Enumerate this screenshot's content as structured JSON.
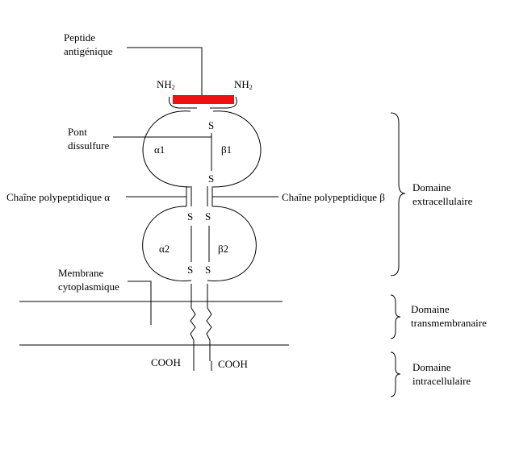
{
  "labels": {
    "peptide_line1": "Peptide",
    "peptide_line2": "antigénique",
    "nh_left": "NH",
    "nh_left_sub": "2",
    "nh_right": "NH",
    "nh_right_sub": "2",
    "pont_line1": "Pont",
    "pont_line2": "dissulfure",
    "alpha1": "α1",
    "beta1": "β1",
    "alpha2": "α2",
    "beta2": "β2",
    "s": "S",
    "chain_alpha": "Chaîne polypeptidique α",
    "chain_beta": "Chaîne polypeptidique β",
    "membrane_line1": "Membrane",
    "membrane_line2": "cytoplasmique",
    "cooh": "COOH",
    "dom_extra_line1": "Domaine",
    "dom_extra_line2": "extracellulaire",
    "dom_trans_line1": "Domaine",
    "dom_trans_line2": "transmembranaire",
    "dom_intra_line1": "Domaine",
    "dom_intra_line2": "intracellulaire"
  },
  "colors": {
    "peptide": "#ee1111",
    "ink": "#000000"
  }
}
